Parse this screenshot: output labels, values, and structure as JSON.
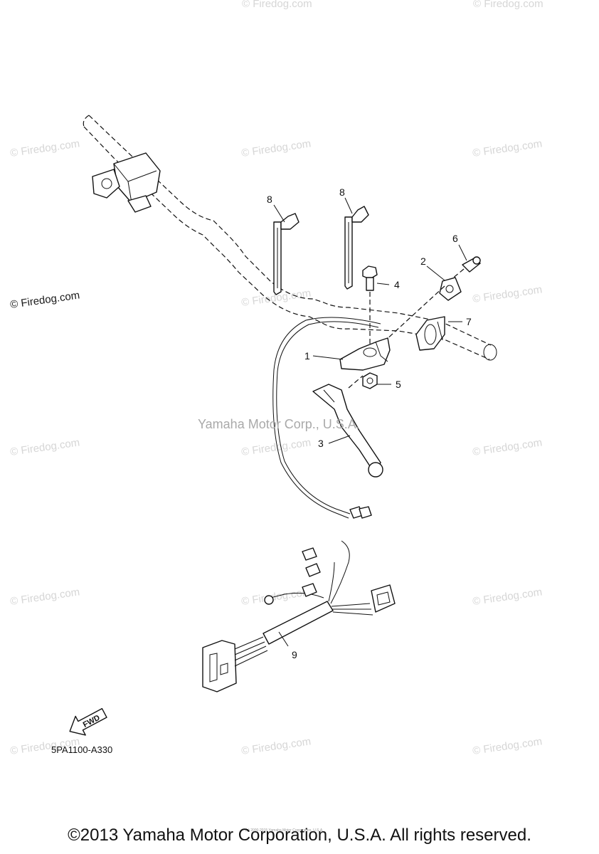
{
  "watermarks": {
    "firedog": "© Firedog.com",
    "center": "Yamaha Motor Corp., U.S.A.",
    "small_copyright": "(c) 2000-2015 Yamaha Motor Corporation, U.S.A."
  },
  "callouts": {
    "c1": "1",
    "c2": "2",
    "c3": "3",
    "c4": "4",
    "c5": "5",
    "c6": "6",
    "c7": "7",
    "c8a": "8",
    "c8b": "8",
    "c9": "9"
  },
  "fwd_label": "FWD",
  "diagram_code": "5PA1100-A330",
  "footer": {
    "copyright": "©2013 Yamaha Motor Corporation, U.S.A. All rights reserved."
  },
  "colors": {
    "line": "#111111",
    "watermark": "#d6d6d6",
    "center_watermark": "#a9a9a9"
  }
}
